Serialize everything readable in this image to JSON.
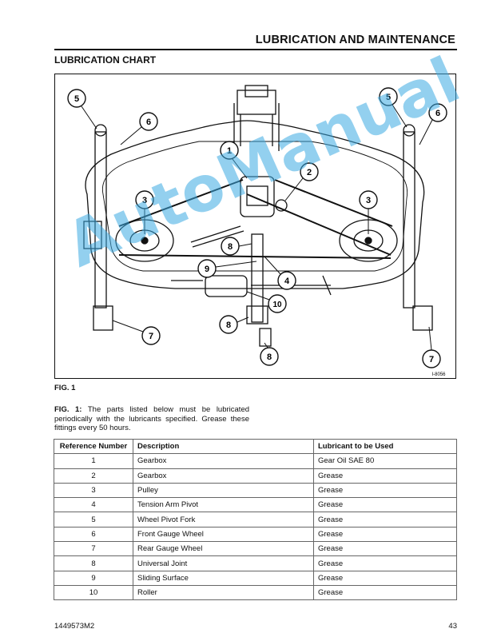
{
  "header": {
    "section_title": "LUBRICATION AND MAINTENANCE"
  },
  "chart_title": "LUBRICATION CHART",
  "figure": {
    "callouts": [
      "1",
      "2",
      "3",
      "3",
      "4",
      "5",
      "5",
      "6",
      "6",
      "7",
      "7",
      "8",
      "8",
      "8",
      "9",
      "10"
    ],
    "figure_code": "I-8056",
    "fig_label": "FIG. 1"
  },
  "caption": {
    "lead": "FIG. 1:",
    "text": " The parts listed below must be lubricated periodically with the lubricants specified. Grease these fittings every 50 hours."
  },
  "table": {
    "headers": [
      "Reference Number",
      "Description",
      "Lubricant to be Used"
    ],
    "rows": [
      [
        "1",
        "Gearbox",
        "Gear Oil SAE 80"
      ],
      [
        "2",
        "Gearbox",
        "Grease"
      ],
      [
        "3",
        "Pulley",
        "Grease"
      ],
      [
        "4",
        "Tension Arm Pivot",
        "Grease"
      ],
      [
        "5",
        "Wheel Pivot Fork",
        "Grease"
      ],
      [
        "6",
        "Front Gauge Wheel",
        "Grease"
      ],
      [
        "7",
        "Rear Gauge Wheel",
        "Grease"
      ],
      [
        "8",
        "Universal Joint",
        "Grease"
      ],
      [
        "9",
        "Sliding Surface",
        "Grease"
      ],
      [
        "10",
        "Roller",
        "Grease"
      ]
    ]
  },
  "footer": {
    "part_number": "1449573M2",
    "page_number": "43"
  },
  "watermark": "AutoManual"
}
